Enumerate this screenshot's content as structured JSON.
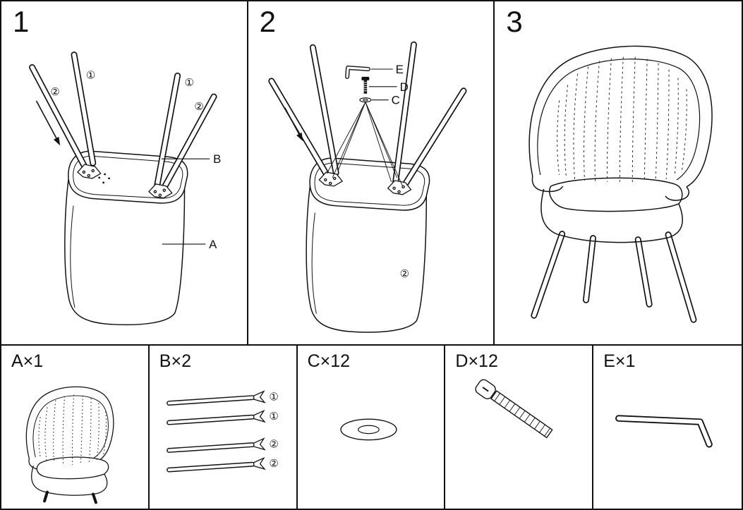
{
  "steps": {
    "s1": {
      "num": "1",
      "tag_outer_left": "②",
      "tag_inner_left": "①",
      "tag_inner_right": "①",
      "tag_outer_right": "②",
      "label_leg": "B",
      "label_seat": "A"
    },
    "s2": {
      "num": "2",
      "label_allen_key": "E",
      "label_bolt": "D",
      "label_washer": "C",
      "note": "②"
    },
    "s3": {
      "num": "3"
    }
  },
  "parts": {
    "a": {
      "label": "A×1"
    },
    "b": {
      "label": "B×2",
      "tags": [
        "①",
        "①",
        "②",
        "②"
      ]
    },
    "c": {
      "label": "C×12"
    },
    "d": {
      "label": "D×12"
    },
    "e": {
      "label": "E×1"
    }
  }
}
